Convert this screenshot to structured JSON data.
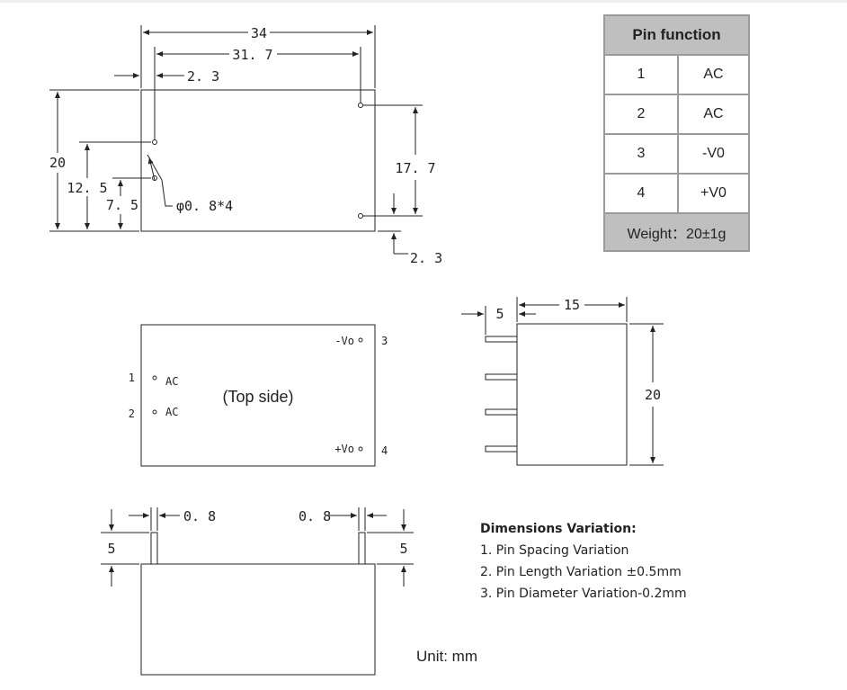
{
  "pin_table": {
    "header": "Pin function",
    "rows": [
      {
        "pin": "1",
        "function": "AC"
      },
      {
        "pin": "2",
        "function": "AC"
      },
      {
        "pin": "3",
        "function": "-V0"
      },
      {
        "pin": "4",
        "function": "+V0"
      }
    ],
    "weight": "Weight：20±1g"
  },
  "top_view": {
    "width": "34",
    "pin_span": "31. 7",
    "pin_offset_left": "2. 3",
    "height": "20",
    "pin1_height": "12. 5",
    "pin2_height": "7. 5",
    "pin_diameter": "φ0. 8*4",
    "right_pin_span": "17. 7",
    "right_pin_offset": "2. 3"
  },
  "top_side_view": {
    "label": "(Top side)",
    "pin1_num": "1",
    "pin1_label": "AC",
    "pin2_num": "2",
    "pin2_label": "AC",
    "pin3_label": "-Vo",
    "pin3_num": "3",
    "pin4_label": "+Vo",
    "pin4_num": "4"
  },
  "side_view": {
    "pin_length": "5",
    "depth": "15",
    "height": "20"
  },
  "front_view": {
    "left_pin_width": "0. 8",
    "right_pin_width": "0. 8",
    "left_pin_length": "5",
    "right_pin_length": "5"
  },
  "notes": {
    "heading": "Dimensions Variation:",
    "items": [
      "1. Pin Spacing Variation",
      "2. Pin Length Variation  ±0.5mm",
      "3. Pin Diameter Variation-0.2mm"
    ]
  },
  "unit": "Unit: mm"
}
